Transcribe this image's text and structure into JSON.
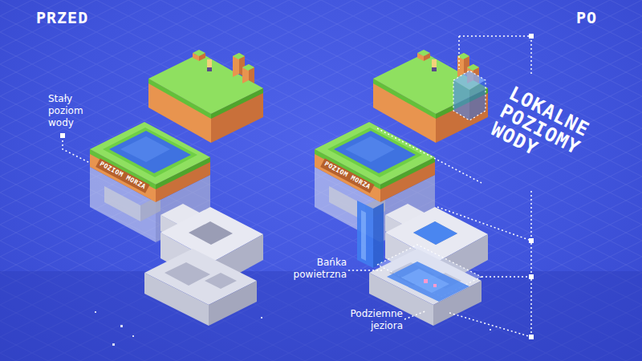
{
  "diagram": {
    "labels": [
      "PRZED",
      "PO",
      "Stały poziom wody",
      "POZIOM MORZA",
      "POZIOM MORZA",
      "LOKALNE POZIOMY WODY",
      "Bańka powietrzna",
      "Podziemne jeziora"
    ]
  }
}
